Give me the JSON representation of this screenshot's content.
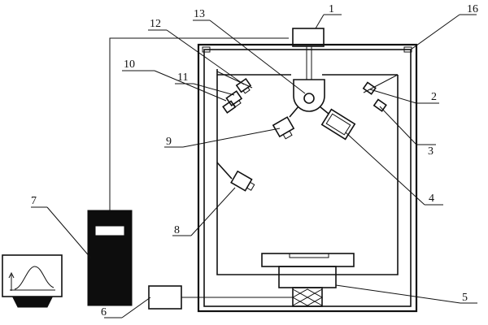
{
  "diagram": {
    "labels": {
      "l1": "1",
      "l2": "2",
      "l3": "3",
      "l4": "4",
      "l5": "5",
      "l6": "6",
      "l7": "7",
      "l8": "8",
      "l9": "9",
      "l10": "10",
      "l11": "11",
      "l12": "12",
      "l13": "13",
      "l16": "16"
    },
    "colors": {
      "line": "#111111",
      "fill_dark": "#0d0d0d",
      "background": "#ffffff"
    }
  }
}
